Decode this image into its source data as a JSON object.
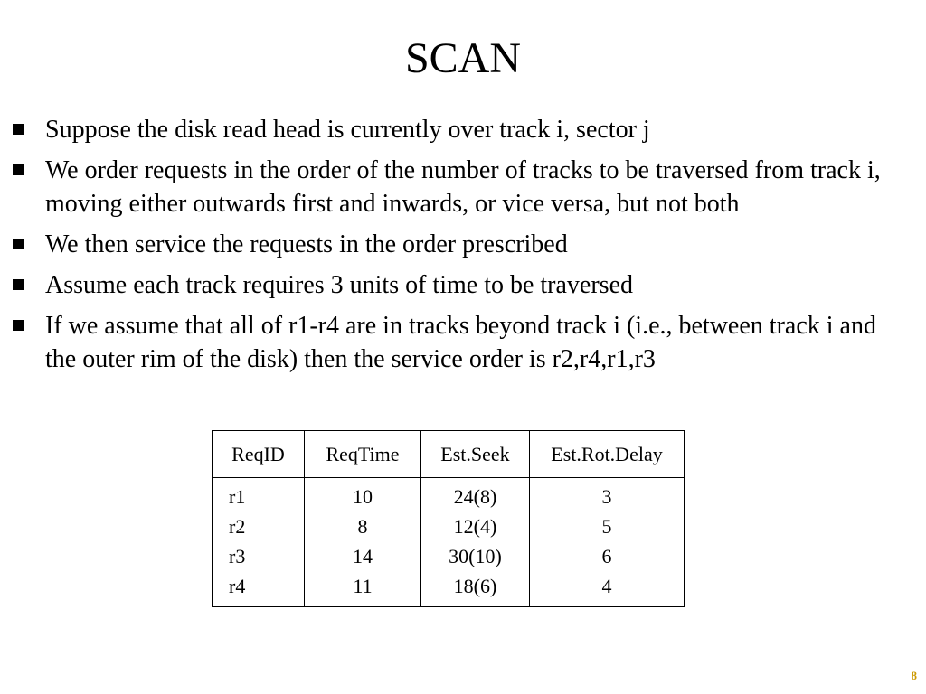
{
  "slide": {
    "title": "SCAN",
    "page_number": "8"
  },
  "bullets": [
    "Suppose the disk read head is currently over track i, sector j",
    "We order requests in the order of the number of tracks to be traversed from track i, moving either outwards first and inwards, or vice versa, but not both",
    "We then service the requests in the order prescribed",
    "Assume each track requires 3 units of time to be traversed",
    "If we assume that all of r1-r4 are in tracks beyond track i (i.e., between track i and the outer rim of the disk) then the service order is r2,r4,r1,r3"
  ],
  "table": {
    "headers": [
      "ReqID",
      "ReqTime",
      "Est.Seek",
      "Est.Rot.Delay"
    ],
    "rows": [
      [
        "r1",
        "10",
        "24(8)",
        "3"
      ],
      [
        "r2",
        "8",
        "12(4)",
        "5"
      ],
      [
        "r3",
        "14",
        "30(10)",
        "6"
      ],
      [
        "r4",
        "11",
        "18(6)",
        "4"
      ]
    ]
  },
  "colors": {
    "text": "#000000",
    "background": "#ffffff",
    "page_number": "#cc9900"
  }
}
